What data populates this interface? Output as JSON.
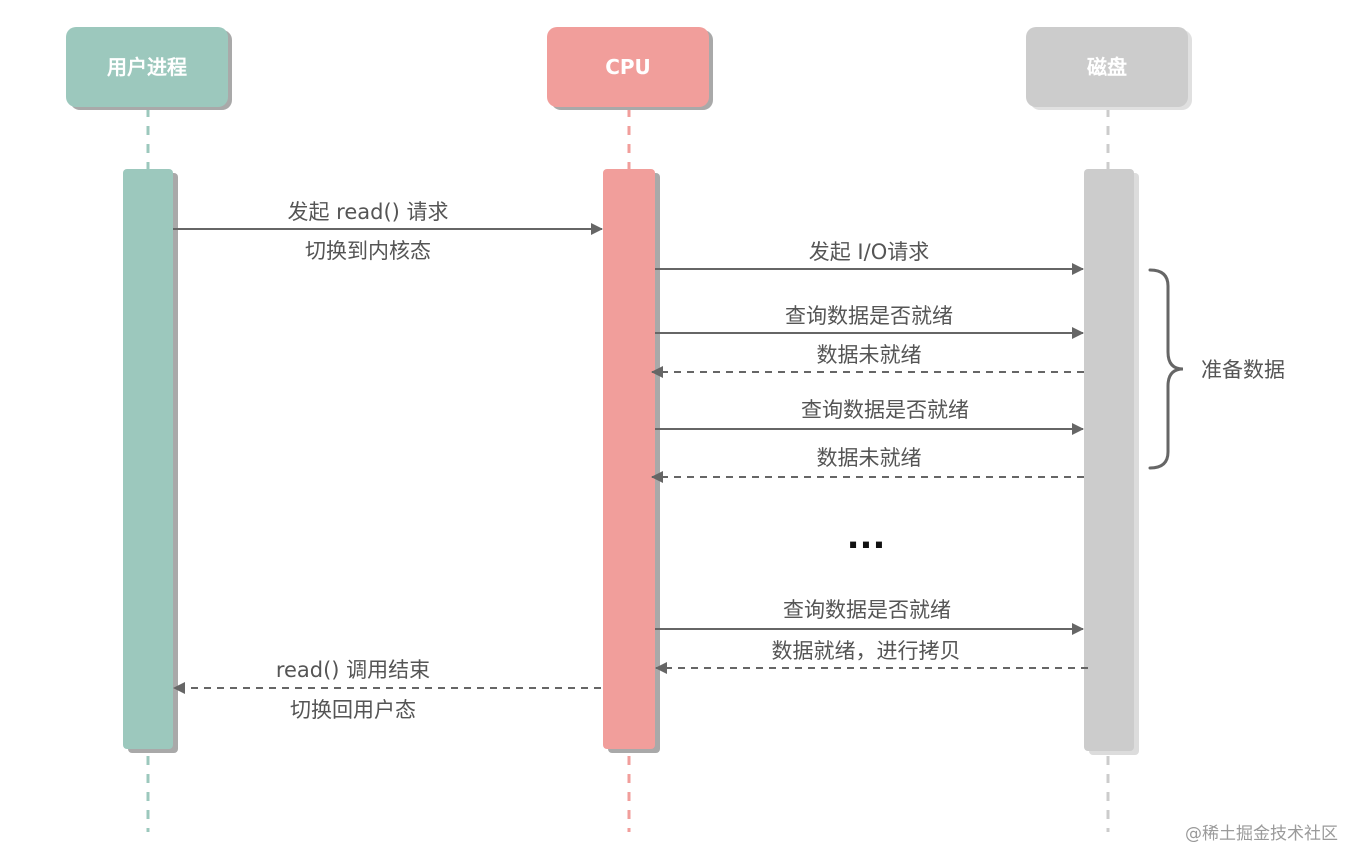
{
  "participants": {
    "user": {
      "label": "用户进程",
      "color": "#9cc8bd"
    },
    "cpu": {
      "label": "CPU",
      "color": "#f19e9b"
    },
    "disk": {
      "label": "磁盘",
      "color": "#cccccc"
    }
  },
  "messages": {
    "m1": {
      "label": "发起 read() 请求",
      "sublabel": "切换到内核态"
    },
    "m2": {
      "label": "发起 I/O请求"
    },
    "m3": {
      "label": "查询数据是否就绪"
    },
    "m4": {
      "label": "数据未就绪"
    },
    "m5": {
      "label": "查询数据是否就绪"
    },
    "m6": {
      "label": "数据未就绪"
    },
    "m7": {
      "label": "查询数据是否就绪"
    },
    "m8": {
      "label": "数据就绪，进行拷贝"
    },
    "m9": {
      "label": "read() 调用结束",
      "sublabel": "切换回用户态"
    }
  },
  "ellipsis": "...",
  "brace": {
    "label": "准备数据"
  },
  "watermark": "@稀土掘金技术社区",
  "colors": {
    "arrow": "#666666",
    "text": "#555555",
    "shadow": "#a9a9a9"
  }
}
